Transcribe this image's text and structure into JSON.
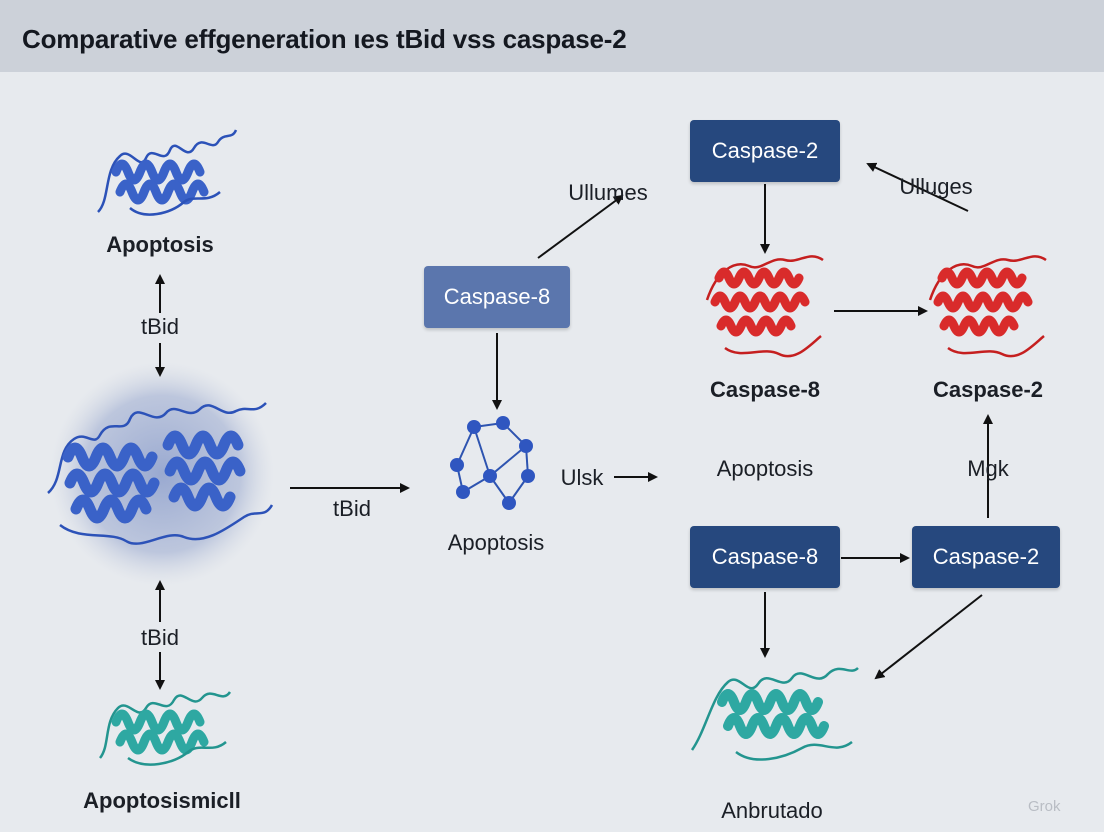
{
  "header": {
    "title": "Comparative effgeneration ιes tBid vss caspase-2"
  },
  "left_column": {
    "top_label": "Apoptosis",
    "upper_arrow_label": "tBid",
    "lower_arrow_label": "tBid",
    "bottom_label": "Apoptosismicll",
    "right_arrow_label": "tBid"
  },
  "middle": {
    "box_label": "Caspase-8",
    "diagonal_label": "Ullumes",
    "network_label": "Apoptosis",
    "arrow_label": "Ulsk"
  },
  "right": {
    "top_box": "Caspase-2",
    "top_right_label": "Ulluges",
    "protein1_label": "Caspase-8",
    "protein2_label": "Caspase-2",
    "mid_label": "Apoptosis",
    "up_arrow_label": "Mgk",
    "box_left": "Caspase-8",
    "box_right": "Caspase-2",
    "bottom_label": "Anbrutado"
  },
  "colors": {
    "header_bg": "#ccd1d9",
    "background": "#e7eaee",
    "box_dark": "#26487e",
    "box_light": "#5b76ad",
    "protein_blue": "#3a62c8",
    "protein_red": "#d92b2b",
    "protein_teal": "#2ea8a2"
  },
  "icons": [
    "blue-protein-icon",
    "red-protein-icon",
    "teal-protein-icon",
    "molecule-network-icon",
    "arrow-icon"
  ],
  "watermark": "Grok"
}
